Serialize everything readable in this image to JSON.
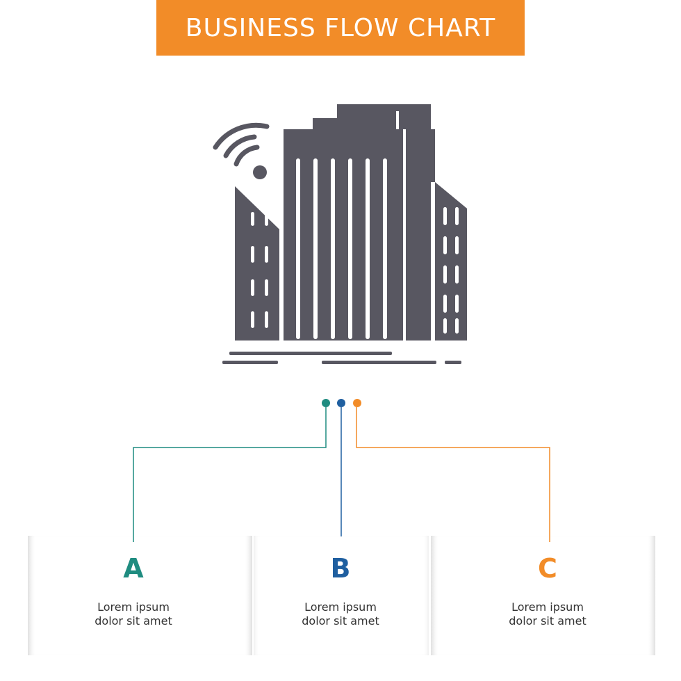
{
  "header": {
    "title": "BUSINESS FLOW CHART"
  },
  "colors": {
    "banner": "#f28c28",
    "icon": "#585761",
    "teal": "#1f8c80",
    "blue": "#1f5fa0",
    "orange": "#f28c28"
  },
  "illustration": {
    "icon": "smart-city-buildings-wifi-icon"
  },
  "steps": [
    {
      "letter": "A",
      "line1": "Lorem ipsum",
      "line2": "dolor sit amet",
      "color": "teal"
    },
    {
      "letter": "B",
      "line1": "Lorem ipsum",
      "line2": "dolor sit amet",
      "color": "blue"
    },
    {
      "letter": "C",
      "line1": "Lorem ipsum",
      "line2": "dolor sit amet",
      "color": "orange"
    }
  ]
}
